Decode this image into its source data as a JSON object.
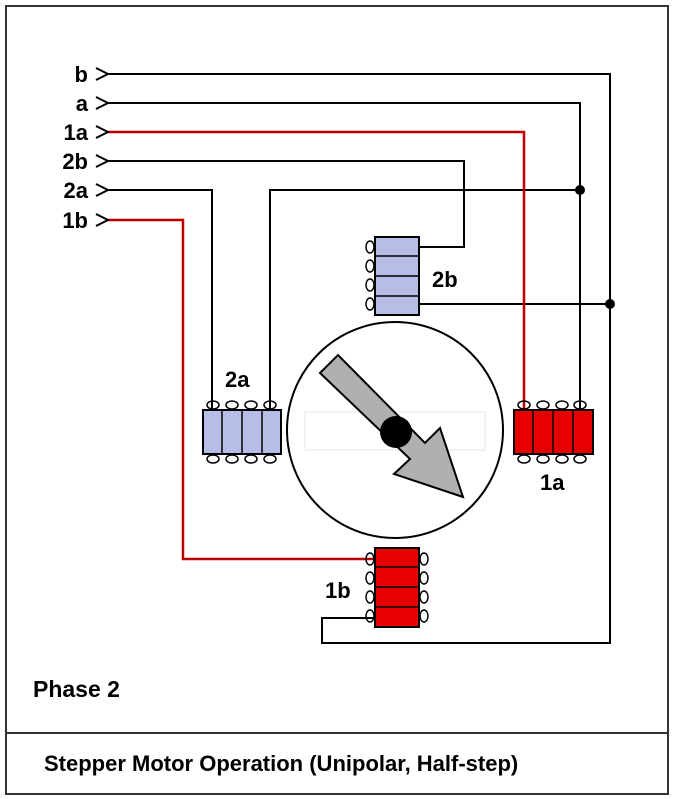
{
  "terminals": [
    {
      "label": "b",
      "energized": false
    },
    {
      "label": "a",
      "energized": false
    },
    {
      "label": "1a",
      "energized": true
    },
    {
      "label": "2b",
      "energized": false
    },
    {
      "label": "2a",
      "energized": false
    },
    {
      "label": "1b",
      "energized": true
    }
  ],
  "coils": [
    {
      "id": "2b",
      "label": "2b",
      "energized": false
    },
    {
      "id": "2a",
      "label": "2a",
      "energized": false
    },
    {
      "id": "1a",
      "label": "1a",
      "energized": true
    },
    {
      "id": "1b",
      "label": "1b",
      "energized": true
    }
  ],
  "phase_label": "Phase 2",
  "caption": "Stepper Motor Operation (Unipolar, Half-step)",
  "colors": {
    "energized_coil": "#e60000",
    "idle_coil": "#b8bde8",
    "energized_wire": "#c00000",
    "idle_wire": "#000000",
    "rotor_arrow": "#b0b0b0",
    "rotor_hub": "#000000"
  }
}
